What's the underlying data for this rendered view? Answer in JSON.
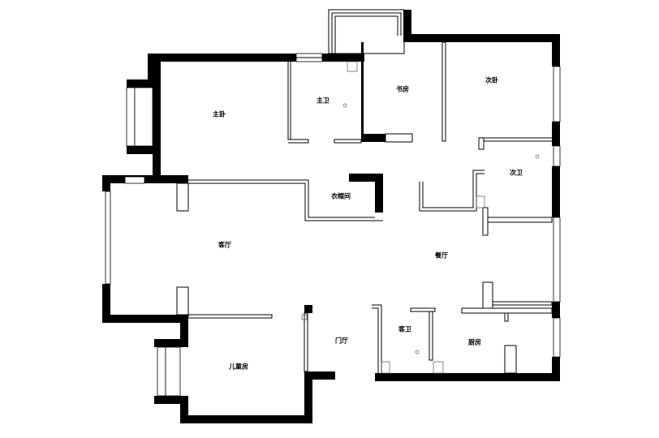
{
  "rooms": {
    "master_bedroom": "主卧",
    "master_bath": "主卫",
    "study": "书房",
    "second_bedroom": "次卧",
    "second_bath": "次卫",
    "walk_in_closet": "衣帽间",
    "living_room": "客厅",
    "dining_room": "餐厅",
    "guest_bath": "客卫",
    "kitchen": "厨房",
    "entrance_hall": "门厅",
    "childrens_room": "儿童房"
  },
  "colors": {
    "wall": "#000000",
    "background": "#ffffff"
  }
}
